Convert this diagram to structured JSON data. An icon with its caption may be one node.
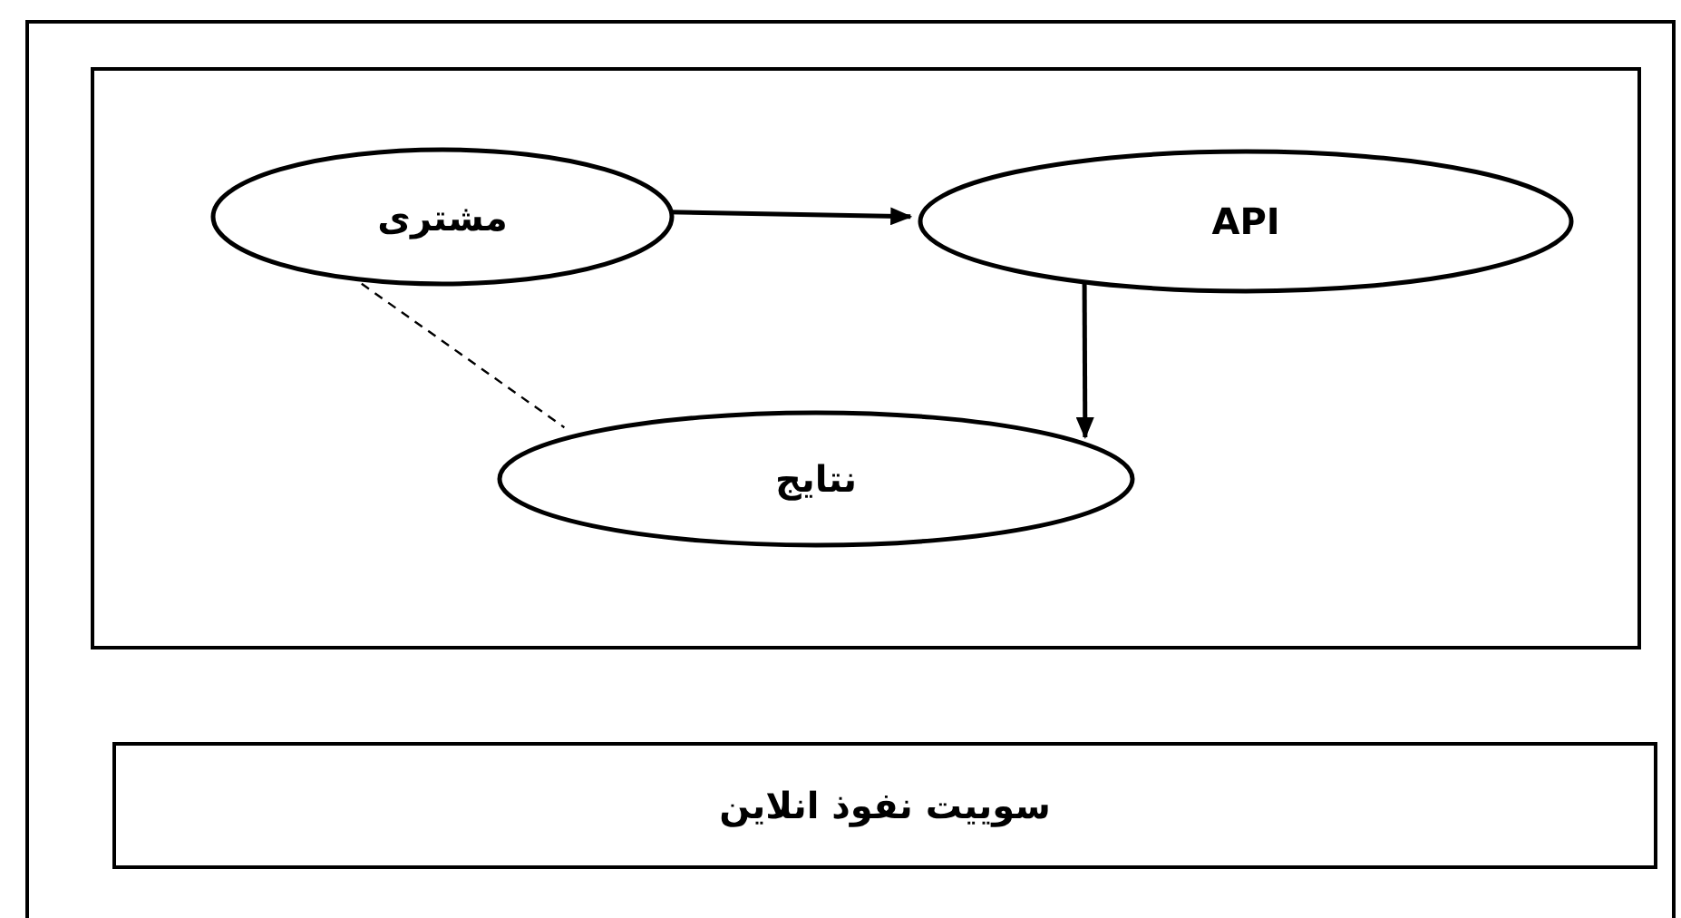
{
  "diagram": {
    "nodes": [
      {
        "text": [],
        "shape": "box"
      },
      {
        "text": [],
        "shape": "box",
        "in": 0
      },
      {
        "text": [
          "مشتری"
        ],
        "in": 1
      },
      {
        "text": [
          "API"
        ],
        "in": 1
      },
      {
        "text": [
          "نتایج"
        ],
        "in": 1
      },
      {
        "text": [
          "سوییت نفوذ انلاین"
        ],
        "in": 0
      }
    ],
    "edges": [
      {
        "from": 2,
        "to": 3,
        "arrow": "to"
      },
      {
        "from": 3,
        "to": 4,
        "arrow": "to"
      },
      {
        "from": 2,
        "to": 4,
        "arrow": "none",
        "style": "dashed"
      }
    ]
  }
}
